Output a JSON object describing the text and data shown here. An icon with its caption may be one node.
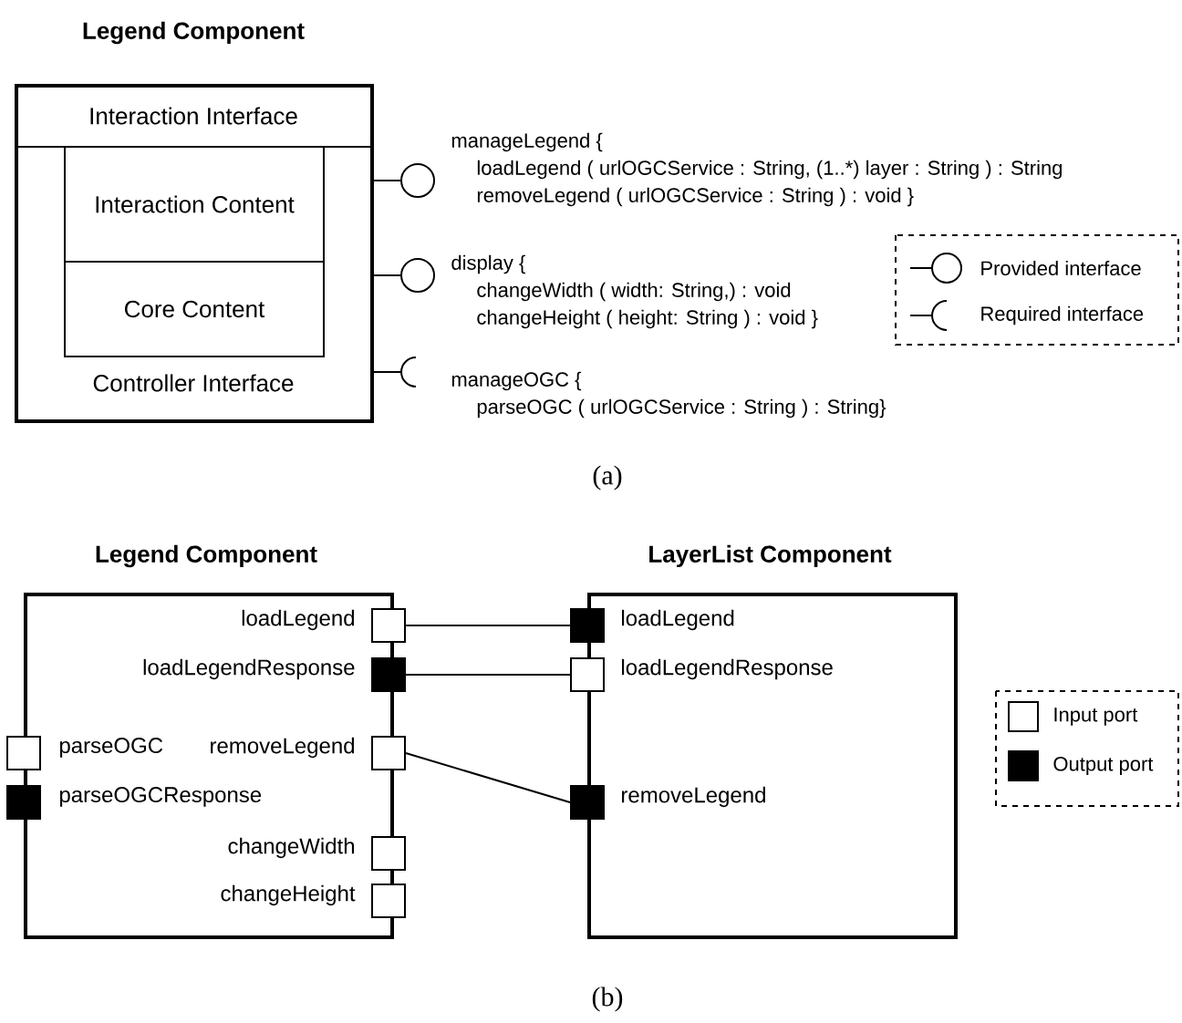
{
  "diagram": {
    "nodes": [
      {
        "text": [
          "Legend Component"
        ]
      },
      {
        "text": [
          "Interaction Interface"
        ],
        "in": 0
      },
      {
        "text": [
          "Interaction Content"
        ],
        "in": 0
      },
      {
        "text": [
          "Core Content"
        ],
        "in": 0
      },
      {
        "text": [
          "Controller Interface"
        ],
        "in": 0
      },
      {
        "text": [],
        "shape": "circle",
        "beside": [
          "manageLegend {",
          "loadLegend ( urlOGCService : String, (1..*) layer : String ) : String",
          "removeLegend ( urlOGCService : String ) : void }"
        ]
      },
      {
        "text": [],
        "shape": "circle",
        "beside": [
          "display {",
          "changeWidth ( width: String,) : void",
          "changeHeight ( height: String ) : void }"
        ]
      },
      {
        "text": [],
        "shape": "socket",
        "beside": [
          "manageOGC {",
          "parseOGC ( urlOGCService : String ) : String}"
        ]
      },
      {
        "text": [
          "Legend Component"
        ]
      },
      {
        "text": [],
        "shape": "box"
      },
      {
        "text": [],
        "shape": "filled-box"
      },
      {
        "text": [],
        "shape": "box"
      },
      {
        "text": [],
        "shape": "box"
      },
      {
        "text": [],
        "shape": "filled-box"
      },
      {
        "text": [],
        "shape": "box"
      },
      {
        "text": [],
        "shape": "box"
      },
      {
        "text": [
          "LayerList Component"
        ]
      },
      {
        "text": [],
        "shape": "filled-box"
      },
      {
        "text": [],
        "shape": "box"
      },
      {
        "text": [],
        "shape": "filled-box"
      }
    ],
    "edges": [
      {
        "from": 0,
        "to": 5,
        "arrow": "none"
      },
      {
        "from": 0,
        "to": 6,
        "arrow": "none"
      },
      {
        "from": 0,
        "to": 7,
        "arrow": "none"
      },
      {
        "from": 9,
        "to": 17,
        "arrow": "none"
      },
      {
        "from": 10,
        "to": 18,
        "arrow": "none"
      },
      {
        "from": 12,
        "to": 19,
        "arrow": "none"
      }
    ],
    "labels": [
      "(a)",
      "loadLegend",
      "loadLegend",
      "loadLegendResponse",
      "loadLegendResponse",
      "parseOGC",
      "removeLegend",
      "parseOGCResponse",
      "removeLegend",
      "changeWidth",
      "changeHeight",
      "(b)"
    ],
    "legend": [
      {
        "text": "Provided interface"
      },
      {
        "text": "Required interface"
      },
      {
        "text": "Input port"
      },
      {
        "text": "Output port",
        "color": "#000000"
      }
    ]
  }
}
